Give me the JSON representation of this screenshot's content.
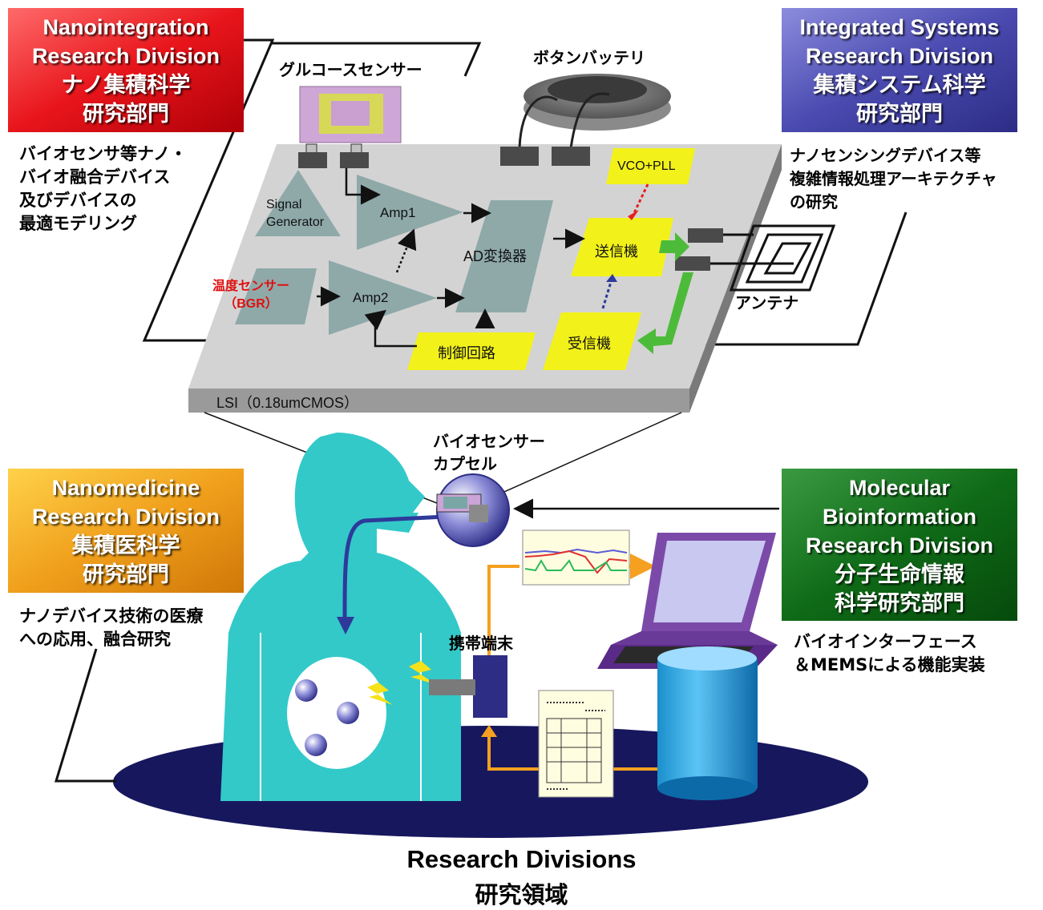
{
  "divisions": {
    "nanointegration": {
      "title_lines": [
        "Nanointegration",
        "Research Division",
        "ナノ集積科学",
        "研究部門"
      ],
      "desc_lines": [
        "バイオセンサ等ナノ・",
        "バイオ融合デバイス",
        "及びデバイスの",
        "最適モデリング"
      ],
      "color": "#e8151b"
    },
    "integrated_systems": {
      "title_lines": [
        "Integrated Systems",
        "Research Division",
        "集積システム科学",
        "研究部門"
      ],
      "desc_lines": [
        "ナノセンシングデバイス等",
        "複雑情報処理アーキテクチャ",
        "の研究"
      ],
      "color": "#4a4ab0"
    },
    "nanomedicine": {
      "title_lines": [
        "Nanomedicine",
        "Research Division",
        "集積医科学",
        "研究部門"
      ],
      "desc_lines": [
        "ナノデバイス技術の医療",
        "への応用、融合研究"
      ],
      "color": "#f0a01c"
    },
    "molecular_bioinformation": {
      "title_lines": [
        "Molecular",
        "Bioinformation",
        "Research Division",
        "分子生命情報",
        "科学研究部門"
      ],
      "desc_lines": [
        "バイオインターフェース",
        "＆MEMSによる機能実装"
      ],
      "color": "#0f6b17"
    }
  },
  "chip": {
    "glucose_sensor": "グルコースセンサー",
    "button_battery": "ボタンバッテリ",
    "signal_generator": [
      "Signal",
      "Generator"
    ],
    "amp1": "Amp1",
    "amp2": "Amp2",
    "ad_converter": "AD変換器",
    "vco_pll": "VCO+PLL",
    "transmitter": "送信機",
    "receiver": "受信機",
    "control_circuit": "制御回路",
    "temp_sensor": [
      "温度センサー",
      "（BGR）"
    ],
    "antenna": "アンテナ",
    "lsi": "LSI（0.18umCMOS）"
  },
  "scene": {
    "biosensor_capsule": [
      "バイオセンサー",
      "カプセル"
    ],
    "mobile_terminal": "携帯端末"
  },
  "footer": {
    "title_en": "Research Divisions",
    "title_ja": "研究領域"
  },
  "colors": {
    "chip_top": "#d3d3d3",
    "block_gray": "#8fa9a9",
    "block_yellow": "#f2f21a",
    "person": "#33c9c9",
    "ellipse": "#17175e",
    "orange_arrow": "#f5a020",
    "green_arrow": "#4dbb3a"
  }
}
